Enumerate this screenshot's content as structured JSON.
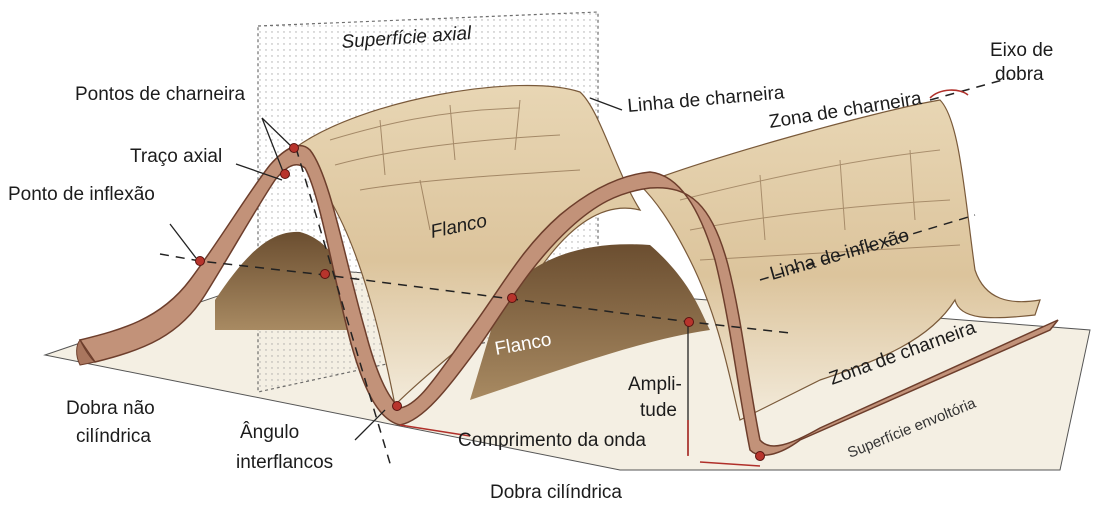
{
  "labels": {
    "superficie_axial": "Superfície axial",
    "linha_de_charneira": "Linha de charneira",
    "pontos_de_charneira": "Pontos de charneira",
    "zona_de_charneira_top": "Zona de charneira",
    "eixo_de": "Eixo de",
    "dobra": "dobra",
    "traco_axial": "Traço axial",
    "ponto_de_inflexao": "Ponto de inflexão",
    "flanco_upper": "Flanco",
    "flanco_lower": "Flanco",
    "linha_de_inflexao": "Linha de inflexão",
    "zona_de_charneira_bottom": "Zona de charneira",
    "superficie_envoltoria": "Superfície envoltória",
    "ampli": "Ampli-",
    "tude": "tude",
    "dobra_nao": "Dobra não",
    "cilindrica": "cilíndrica",
    "angulo": "Ângulo",
    "interflancos": "interflancos",
    "comprimento_da_onda": "Comprimento da onda",
    "dobra_cilindrica": "Dobra cilíndrica"
  },
  "colors": {
    "rock_face": "#d9c29c",
    "rock_face_dark": "#8a6a44",
    "rock_section": "#b98a72",
    "rock_edge": "#6d3e2c",
    "hinge_points": "#b8342c"
  }
}
